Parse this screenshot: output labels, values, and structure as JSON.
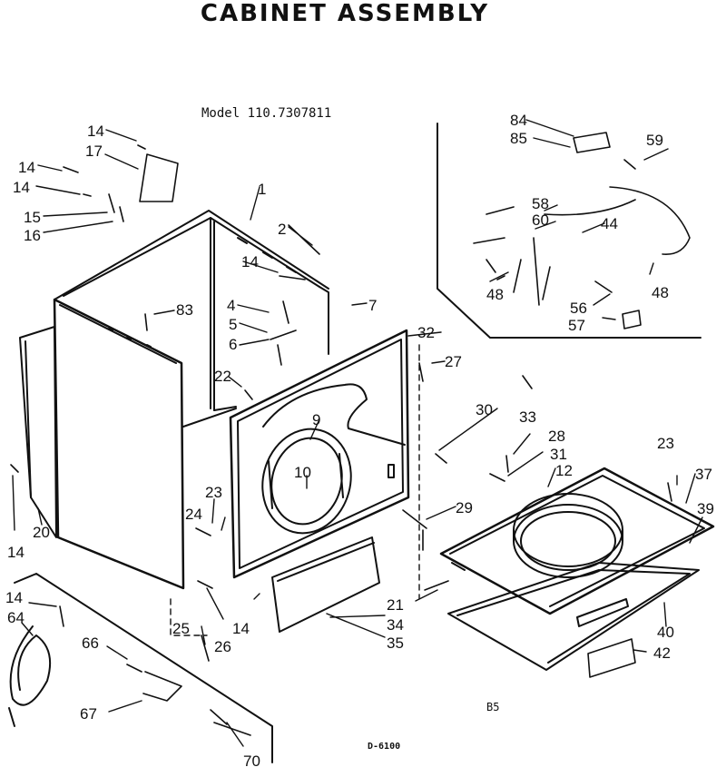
{
  "header": {
    "title": "CABINET ASSEMBLY",
    "model": "Model 110.7307811"
  },
  "footer": {
    "page_code": "B5",
    "drawing_code": "D-6100"
  },
  "part_labels": {
    "p1": "1",
    "p2": "2",
    "p4": "4",
    "p5": "5",
    "p6": "6",
    "p7": "7",
    "p9": "9",
    "p10": "10",
    "p12": "12",
    "p14a": "14",
    "p14b": "14",
    "p14c": "14",
    "p14d": "14",
    "p14e": "14",
    "p14f": "14",
    "p14g": "14",
    "p15": "15",
    "p16": "16",
    "p17": "17",
    "p20": "20",
    "p21": "21",
    "p22": "22",
    "p23a": "23",
    "p23b": "23",
    "p24": "24",
    "p25": "25",
    "p26": "26",
    "p27": "27",
    "p28": "28",
    "p29": "29",
    "p30": "30",
    "p31": "31",
    "p32": "32",
    "p33": "33",
    "p34": "34",
    "p35": "35",
    "p37": "37",
    "p39": "39",
    "p40": "40",
    "p42": "42",
    "p44": "44",
    "p48a": "48",
    "p48b": "48",
    "p56": "56",
    "p57": "57",
    "p58": "58",
    "p59": "59",
    "p60": "60",
    "p64": "64",
    "p66": "66",
    "p67": "67",
    "p70": "70",
    "p83": "83",
    "p84": "84",
    "p85": "85"
  }
}
